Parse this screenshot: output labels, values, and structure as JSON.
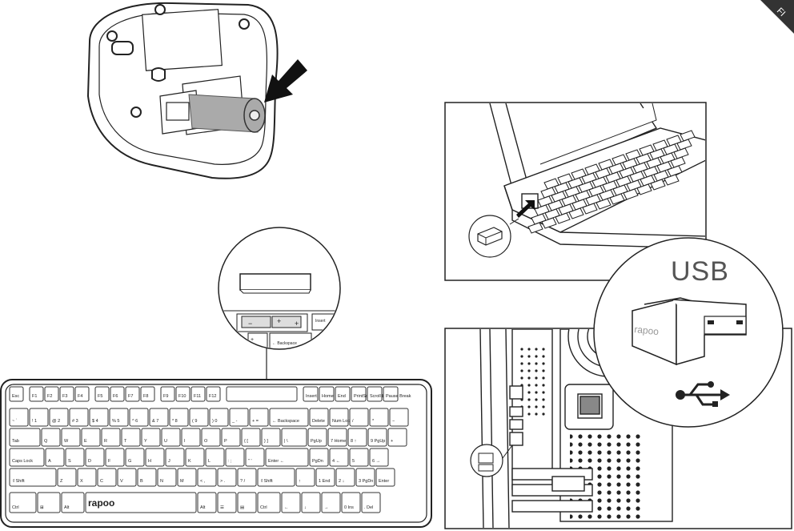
{
  "corner_tab": {
    "text": "FI",
    "color": "#333333"
  },
  "usb_label": "USB",
  "usb_icon": "usb-trident-icon",
  "receiver_brand": "rapoo",
  "keyboard": {
    "brand": "rapoo",
    "rows": [
      [
        "Esc",
        "F1",
        "F2",
        "F3",
        "F4",
        "F5",
        "F6",
        "F7",
        "F8",
        "F9",
        "F10",
        "F11",
        "F12",
        "",
        "Insert",
        "Home",
        "End",
        "PrintScr SysRq",
        "Scroll Lock",
        "Pause Break"
      ],
      [
        "~ `",
        "! 1",
        "@ 2",
        "# 3",
        "$ 4",
        "% 5",
        "^ 6",
        "& 7",
        "* 8",
        "( 9",
        ") 0",
        "_ -",
        "+ =",
        "← Backspace",
        "Delete",
        "Num Lock",
        "/",
        "*",
        "−"
      ],
      [
        "Tab",
        "Q",
        "W",
        "E",
        "R",
        "T",
        "Y",
        "U",
        "I",
        "O",
        "P",
        "{ [",
        "} ]",
        "| \\",
        "PgUp",
        "7 Home",
        "8 ↑",
        "9 PgUp",
        "+"
      ],
      [
        "Caps Lock",
        "A",
        "S",
        "D",
        "F",
        "G",
        "H",
        "J",
        "K",
        "L",
        ": ;",
        "\" '",
        "Enter ←",
        "PgDn",
        "4 ←",
        "5",
        "6 →"
      ],
      [
        "⇧Shift",
        "Z",
        "X",
        "C",
        "V",
        "B",
        "N",
        "M",
        "< ,",
        "> .",
        "? /",
        "⇧Shift",
        "↑",
        "1 End",
        "2 ↓",
        "3 PgDn",
        "Enter"
      ],
      [
        "Ctrl",
        "⊞",
        "Alt",
        "rapoo",
        "Alt",
        "☰",
        "▤",
        "Ctrl",
        "←",
        "↓",
        "→",
        "0 Ins",
        ". Del"
      ]
    ]
  },
  "battery_callout": {
    "keys": [
      "Insert",
      "+",
      "← Backspace"
    ],
    "battery_marks": [
      "+",
      "−",
      "+"
    ]
  }
}
